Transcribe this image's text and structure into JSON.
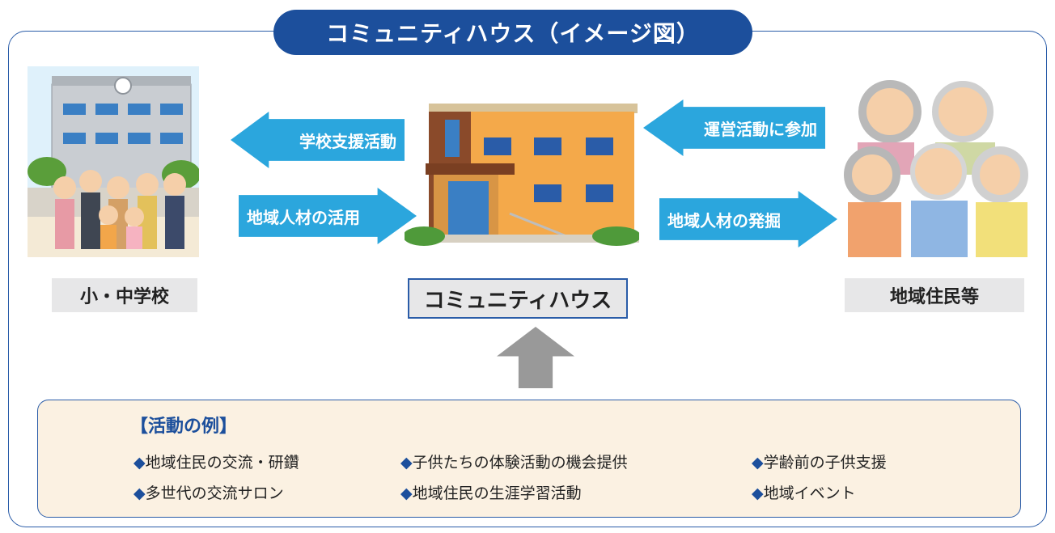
{
  "title": "コミュニティハウス（イメージ図）",
  "nodes": {
    "school": {
      "label": "小・中学校"
    },
    "community_house": {
      "label": "コミュニティハウス"
    },
    "residents": {
      "label": "地域住民等"
    }
  },
  "arrows": {
    "school_support": "学校支援活動",
    "talent_use": "地域人材の活用",
    "participate": "運営活動に参加",
    "talent_discovery": "地域人材の発掘"
  },
  "examples": {
    "heading": "【活動の例】",
    "bullet": "◆",
    "items": [
      "地域住民の交流・研鑽",
      "子供たちの体験活動の機会提供",
      "学齢前の子供支援",
      "多世代の交流サロン",
      "地域住民の生涯学習活動",
      "地域イベント"
    ]
  },
  "colors": {
    "primary_blue": "#1c4f9c",
    "arrow_blue": "#2ba6dd",
    "label_gray": "#e7e7e8",
    "examples_bg": "#fbf1e2",
    "up_arrow_gray": "#999999"
  }
}
